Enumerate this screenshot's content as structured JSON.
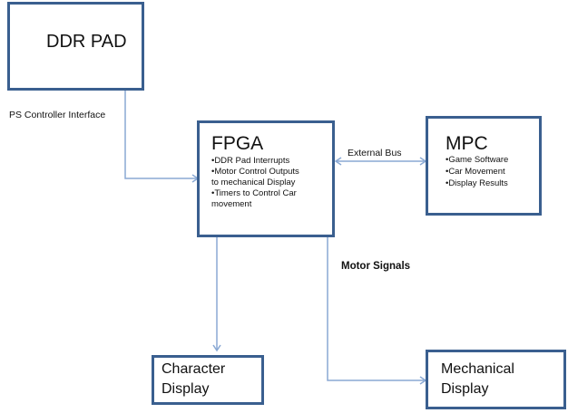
{
  "blocks": {
    "ddr_pad": {
      "title": "DDR PAD"
    },
    "fpga": {
      "title": "FPGA",
      "bullets": [
        "•DDR Pad Interrupts",
        "•Motor Control Outputs",
        "to mechanical Display",
        "•Timers to Control Car",
        "movement"
      ]
    },
    "mpc": {
      "title": "MPC",
      "bullets": [
        "•Game Software",
        "•Car Movement",
        "•Display Results"
      ]
    },
    "character_display": {
      "line1": "Character",
      "line2": "Display"
    },
    "mechanical_display": {
      "line1": "Mechanical",
      "line2": "Display"
    }
  },
  "connections": {
    "ps_controller": "PS Controller Interface",
    "external_bus": "External Bus",
    "motor_signals": "Motor Signals"
  },
  "colors": {
    "box_border": "#3a5f8f",
    "connector": "#8aa9d4"
  }
}
